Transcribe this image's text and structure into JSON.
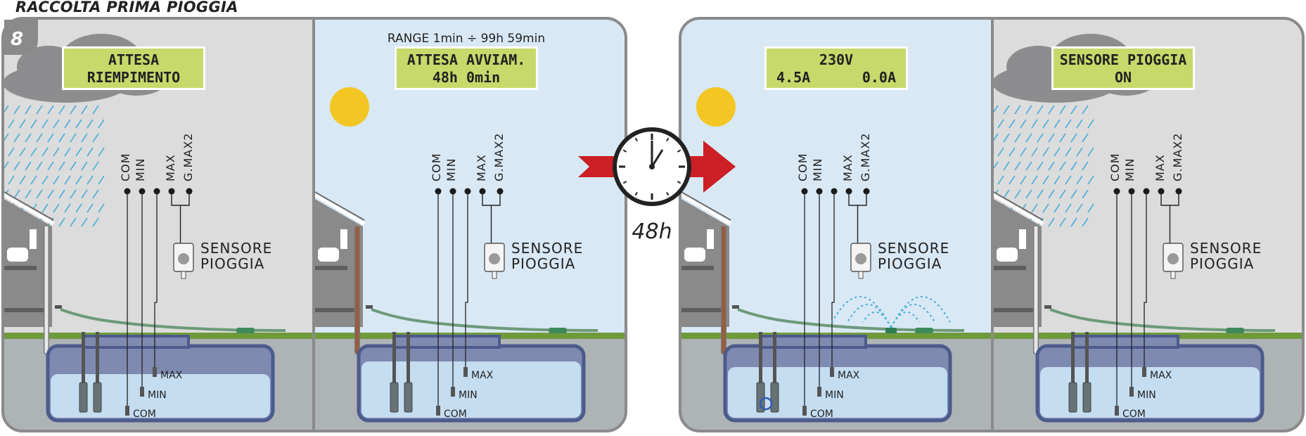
{
  "title": "RACCOLTA PRIMA PIOGGIA",
  "step_number": "8",
  "timer_label": "48h",
  "panels": [
    {
      "lcd_line1": "ATTESA",
      "lcd_line2": "RIEMPIMENTO",
      "range_text": "",
      "sky": "cloud",
      "rain": true,
      "sprinkler": false,
      "pump_active": false
    },
    {
      "lcd_line1": "ATTESA AVVIAM.",
      "lcd_line2": "48h 0min",
      "range_text": "RANGE 1min ÷ 99h 59min",
      "sky": "sun",
      "rain": false,
      "sprinkler": false,
      "pump_active": false
    },
    {
      "lcd_line1": "230V",
      "lcd_line2_left": "4.5A",
      "lcd_line2_right": "0.0A",
      "range_text": "",
      "sky": "sun",
      "rain": false,
      "sprinkler": true,
      "pump_active": true
    },
    {
      "lcd_line1": "SENSORE PIOGGIA",
      "lcd_line2": "ON",
      "range_text": "",
      "sky": "cloud",
      "rain": true,
      "sprinkler": false,
      "pump_active": false
    }
  ],
  "terminal_labels": [
    "COM",
    "MIN",
    "MAX",
    "G.MAX2"
  ],
  "sensor_label_line1": "SENSORE",
  "sensor_label_line2": "PIOGGIA",
  "probe_labels": {
    "max": "MAX",
    "min": "MIN",
    "com": "COM"
  },
  "colors": {
    "frame": "#8a8a8a",
    "lcd": "#c6d96a",
    "sky_light": "#d8e8f4",
    "sky_grey": "#dcdcdc",
    "tank_water": "#c4ddf1",
    "tank_air": "#7f8ab0",
    "tank_border": "#4b5b8c",
    "grass": "#6f9a3c",
    "ground": "#aeb3b6",
    "sun": "#f3c623",
    "arrow": "#cc1f26",
    "rain": "#4aaed8"
  }
}
